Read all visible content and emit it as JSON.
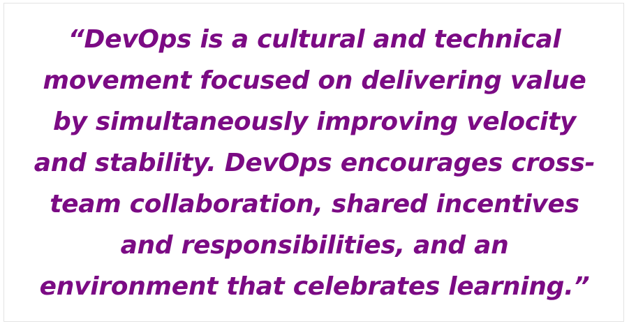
{
  "quote": {
    "lines": [
      "“DevOps is a cultural and technical",
      "movement focused on delivering value",
      "by simultaneously improving velocity",
      "and stability. DevOps encourages cross-",
      "team collaboration, shared incentives",
      "and responsibilities, and an",
      "environment that celebrates learning.”"
    ],
    "color": "#7b0b84"
  }
}
